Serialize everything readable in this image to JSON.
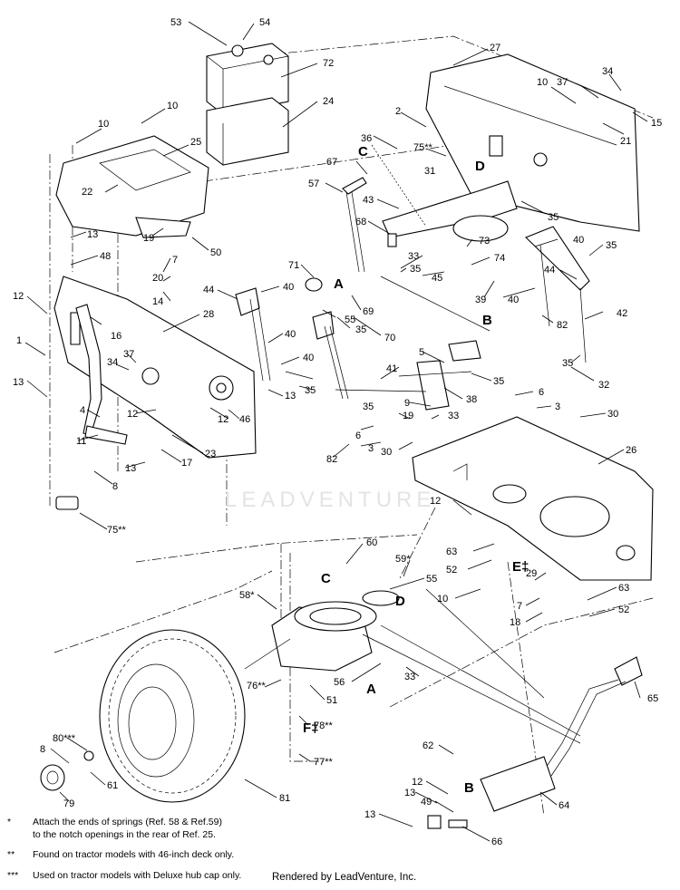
{
  "callouts": [
    {
      "id": "c53",
      "text": "53"
    },
    {
      "id": "c54",
      "text": "54"
    },
    {
      "id": "c72",
      "text": "72"
    },
    {
      "id": "c24",
      "text": "24"
    },
    {
      "id": "c27",
      "text": "27"
    },
    {
      "id": "c10a",
      "text": "10"
    },
    {
      "id": "c34a",
      "text": "34"
    },
    {
      "id": "c37a",
      "text": "37"
    },
    {
      "id": "c15",
      "text": "15"
    },
    {
      "id": "c21",
      "text": "21"
    },
    {
      "id": "c10b",
      "text": "10"
    },
    {
      "id": "c10c",
      "text": "10"
    },
    {
      "id": "c25",
      "text": "25"
    },
    {
      "id": "c22",
      "text": "22"
    },
    {
      "id": "c2",
      "text": "2"
    },
    {
      "id": "c36",
      "text": "36"
    },
    {
      "id": "c75a",
      "text": "75**"
    },
    {
      "id": "c31",
      "text": "31"
    },
    {
      "id": "c67",
      "text": "67"
    },
    {
      "id": "c57",
      "text": "57"
    },
    {
      "id": "c43",
      "text": "43"
    },
    {
      "id": "c35a",
      "text": "35"
    },
    {
      "id": "c68",
      "text": "68"
    },
    {
      "id": "c73",
      "text": "73"
    },
    {
      "id": "c40a",
      "text": "40"
    },
    {
      "id": "c35b",
      "text": "35"
    },
    {
      "id": "c13a",
      "text": "13"
    },
    {
      "id": "c19a",
      "text": "19"
    },
    {
      "id": "c50",
      "text": "50"
    },
    {
      "id": "c48",
      "text": "48"
    },
    {
      "id": "c7a",
      "text": "7"
    },
    {
      "id": "c20",
      "text": "20"
    },
    {
      "id": "c14",
      "text": "14"
    },
    {
      "id": "c71",
      "text": "71"
    },
    {
      "id": "c33a",
      "text": "33"
    },
    {
      "id": "c74",
      "text": "74"
    },
    {
      "id": "c44a",
      "text": "44"
    },
    {
      "id": "c35c",
      "text": "35"
    },
    {
      "id": "c45",
      "text": "45"
    },
    {
      "id": "c39",
      "text": "39"
    },
    {
      "id": "c40b",
      "text": "40"
    },
    {
      "id": "c42",
      "text": "42"
    },
    {
      "id": "c12a",
      "text": "12"
    },
    {
      "id": "c44b",
      "text": "44"
    },
    {
      "id": "c40c",
      "text": "40"
    },
    {
      "id": "c69",
      "text": "69"
    },
    {
      "id": "c55a",
      "text": "55"
    },
    {
      "id": "c82a",
      "text": "82"
    },
    {
      "id": "c28",
      "text": "28"
    },
    {
      "id": "c16",
      "text": "16"
    },
    {
      "id": "c70",
      "text": "70"
    },
    {
      "id": "c40d",
      "text": "40"
    },
    {
      "id": "c35d",
      "text": "35"
    },
    {
      "id": "c1",
      "text": "1"
    },
    {
      "id": "c37b",
      "text": "37"
    },
    {
      "id": "c34b",
      "text": "34"
    },
    {
      "id": "c5",
      "text": "5"
    },
    {
      "id": "c35e",
      "text": "35"
    },
    {
      "id": "c32",
      "text": "32"
    },
    {
      "id": "c13b",
      "text": "13"
    },
    {
      "id": "c40e",
      "text": "40"
    },
    {
      "id": "c35f",
      "text": "35"
    },
    {
      "id": "c41",
      "text": "41"
    },
    {
      "id": "c35g",
      "text": "35"
    },
    {
      "id": "c38",
      "text": "38"
    },
    {
      "id": "c6a",
      "text": "6"
    },
    {
      "id": "c3a",
      "text": "3"
    },
    {
      "id": "c30a",
      "text": "30"
    },
    {
      "id": "c9",
      "text": "9"
    },
    {
      "id": "c33b",
      "text": "33"
    },
    {
      "id": "c4",
      "text": "4"
    },
    {
      "id": "c12b",
      "text": "12"
    },
    {
      "id": "c12c",
      "text": "12"
    },
    {
      "id": "c46",
      "text": "46"
    },
    {
      "id": "c13c",
      "text": "13"
    },
    {
      "id": "c35h",
      "text": "35"
    },
    {
      "id": "c19b",
      "text": "19"
    },
    {
      "id": "c6b",
      "text": "6"
    },
    {
      "id": "c3b",
      "text": "3"
    },
    {
      "id": "c30b",
      "text": "30"
    },
    {
      "id": "c11",
      "text": "11"
    },
    {
      "id": "c23",
      "text": "23"
    },
    {
      "id": "c82b",
      "text": "82"
    },
    {
      "id": "c26",
      "text": "26"
    },
    {
      "id": "c13d",
      "text": "13"
    },
    {
      "id": "c17",
      "text": "17"
    },
    {
      "id": "c8a",
      "text": "8"
    },
    {
      "id": "c75b",
      "text": "75**"
    },
    {
      "id": "c12d",
      "text": "12"
    },
    {
      "id": "c63a",
      "text": "63"
    },
    {
      "id": "c52a",
      "text": "52"
    },
    {
      "id": "c60",
      "text": "60"
    },
    {
      "id": "c59",
      "text": "59*"
    },
    {
      "id": "c55b",
      "text": "55"
    },
    {
      "id": "c10d",
      "text": "10"
    },
    {
      "id": "c29",
      "text": "29"
    },
    {
      "id": "c63b",
      "text": "63"
    },
    {
      "id": "c58",
      "text": "58*"
    },
    {
      "id": "c7b",
      "text": "7"
    },
    {
      "id": "c18",
      "text": "18"
    },
    {
      "id": "c52b",
      "text": "52"
    },
    {
      "id": "c33c",
      "text": "33"
    },
    {
      "id": "c56",
      "text": "56"
    },
    {
      "id": "c76",
      "text": "76**"
    },
    {
      "id": "c51",
      "text": "51"
    },
    {
      "id": "c65",
      "text": "65"
    },
    {
      "id": "c78",
      "text": "78**"
    },
    {
      "id": "c80",
      "text": "80***"
    },
    {
      "id": "c62",
      "text": "62"
    },
    {
      "id": "c8b",
      "text": "8"
    },
    {
      "id": "c77",
      "text": "77**"
    },
    {
      "id": "c61",
      "text": "61"
    },
    {
      "id": "c12e",
      "text": "12"
    },
    {
      "id": "c79",
      "text": "79"
    },
    {
      "id": "c81",
      "text": "81"
    },
    {
      "id": "c13e",
      "text": "13"
    },
    {
      "id": "c49",
      "text": "49"
    },
    {
      "id": "c64",
      "text": "64"
    },
    {
      "id": "c13f",
      "text": "13"
    },
    {
      "id": "c66",
      "text": "66"
    }
  ],
  "letters": [
    {
      "id": "lC1",
      "text": "C"
    },
    {
      "id": "lD1",
      "text": "D"
    },
    {
      "id": "lA1",
      "text": "A"
    },
    {
      "id": "lB1",
      "text": "B"
    },
    {
      "id": "lE",
      "text": "E‡"
    },
    {
      "id": "lC2",
      "text": "C"
    },
    {
      "id": "lD2",
      "text": "D"
    },
    {
      "id": "lA2",
      "text": "A"
    },
    {
      "id": "lF",
      "text": "F‡"
    },
    {
      "id": "lB2",
      "text": "B"
    }
  ],
  "notes": [
    {
      "mark": "*",
      "lines": [
        "Attach the ends of springs (Ref. 58 & Ref.59)",
        "to the notch openings in the rear of Ref. 25."
      ]
    },
    {
      "mark": "**",
      "lines": [
        "Found on tractor models with 46-inch deck only."
      ]
    },
    {
      "mark": "***",
      "lines": [
        "Used on tractor models with Deluxe hub cap only."
      ]
    }
  ],
  "credit": "Rendered by LeadVenture, Inc.",
  "watermark": "LEADVENTURE"
}
